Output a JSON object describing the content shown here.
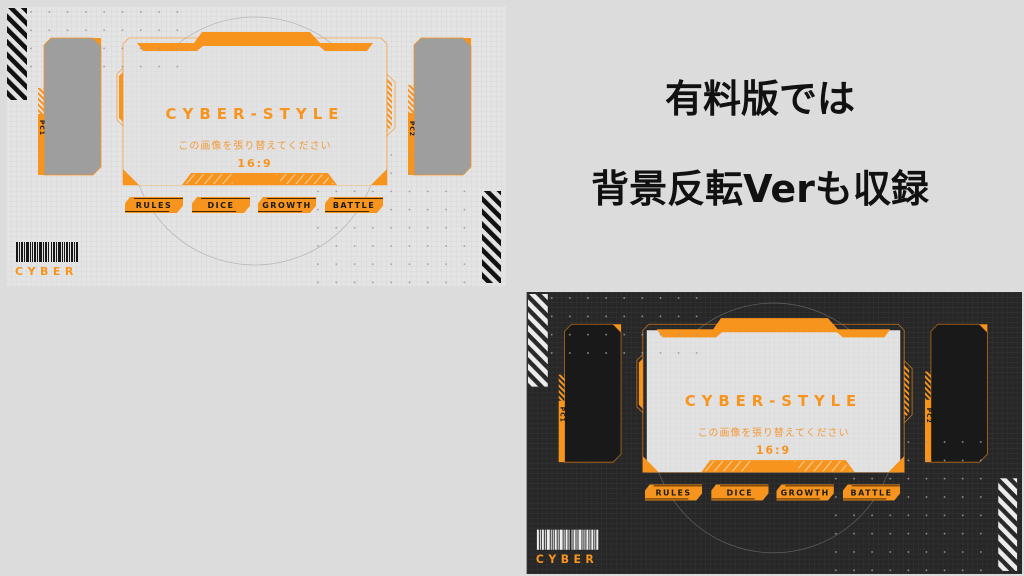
{
  "headline": {
    "line1": "有料版では",
    "line2": "背景反転Verも収録"
  },
  "panels": [
    {
      "variant": "light",
      "title": "CYBER-STYLE",
      "subtitle": "この画像を張り替えてください",
      "ratio": "16:9",
      "pc_left": "PC1",
      "pc_right": "PC2",
      "buttons": [
        {
          "label": "RULES"
        },
        {
          "label": "DICE"
        },
        {
          "label": "GROWTH"
        },
        {
          "label": "BATTLE"
        }
      ],
      "logo": "CYBER"
    },
    {
      "variant": "dark",
      "title": "CYBER-STYLE",
      "subtitle": "この画像を張り替えてください",
      "ratio": "16:9",
      "pc_left": "PC1",
      "pc_right": "PC2",
      "buttons": [
        {
          "label": "RULES"
        },
        {
          "label": "DICE"
        },
        {
          "label": "GROWTH"
        },
        {
          "label": "BATTLE"
        }
      ],
      "logo": "CYBER"
    }
  ],
  "colors": {
    "accent": "#f7941d",
    "page_bg": "#dcdcdc",
    "light_panel_bg": "#e4e4e4",
    "dark_panel_bg": "#272727",
    "headline_text": "#111111"
  }
}
